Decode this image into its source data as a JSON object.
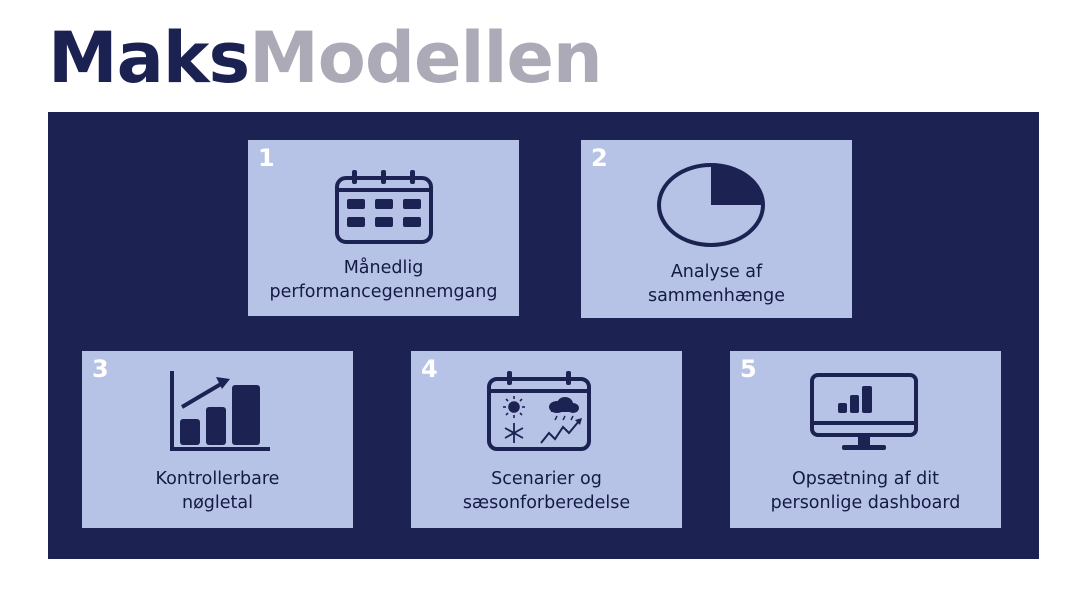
{
  "title": {
    "part1": "Maks",
    "part2": "Modellen"
  },
  "colors": {
    "title_dark": "#1b2151",
    "title_light": "#acaab7",
    "panel": "#1c2352",
    "card": "#b6c3e6",
    "icon": "#1c2352"
  },
  "cards": [
    {
      "number": "1",
      "icon": "calendar-icon",
      "label_lines": [
        "Månedlig",
        "performancegennemgang"
      ]
    },
    {
      "number": "2",
      "icon": "pie-chart-icon",
      "label_lines": [
        "Analyse af",
        "sammenhænge"
      ]
    },
    {
      "number": "3",
      "icon": "bar-chart-growth-icon",
      "label_lines": [
        "Kontrollerbare",
        "nøgletal"
      ]
    },
    {
      "number": "4",
      "icon": "weather-calendar-icon",
      "label_lines": [
        "Scenarier og",
        "sæsonforberedelse"
      ]
    },
    {
      "number": "5",
      "icon": "monitor-dashboard-icon",
      "label_lines": [
        "Opsætning af dit",
        "personlige dashboard"
      ]
    }
  ]
}
